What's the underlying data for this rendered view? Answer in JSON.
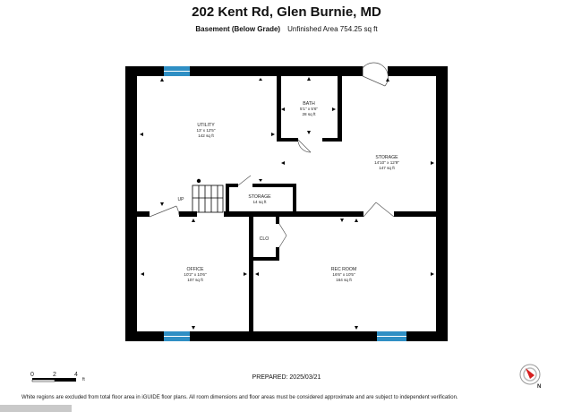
{
  "header": {
    "title": "202 Kent Rd, Glen Burnie, MD",
    "level": "Basement (Below Grade)",
    "area_text": "Unfinished Area 754.25 sq ft"
  },
  "rooms": {
    "utility": {
      "name": "UTILITY",
      "dims": "13' x 12'5\"",
      "area": "142 sq ft"
    },
    "bath": {
      "name": "BATH",
      "dims": "5'1\" x 5'6\"",
      "area": "28 sq ft"
    },
    "storage_large": {
      "name": "STORAGE",
      "dims": "14'10\" x 12'9\"",
      "area": "147 sq ft"
    },
    "storage_small": {
      "name": "STORAGE",
      "area": "14 sq ft"
    },
    "office": {
      "name": "OFFICE",
      "dims": "10'2\" x 10'6\"",
      "area": "107 sq ft"
    },
    "rec_room": {
      "name": "REC ROOM",
      "dims": "16'6\" x 10'5\"",
      "area": "164 sq ft"
    },
    "closet": {
      "name": "CLO"
    }
  },
  "stairs_label": "UP",
  "scale": {
    "labels": [
      "0",
      "2",
      "4"
    ],
    "unit": "ft"
  },
  "prepared": "PREPARED: 2025/03/21",
  "disclaimer": "White regions are excluded from total floor area in iGUIDE floor plans. All room dimensions and floor areas must be considered approximate and are subject to independent verification.",
  "colors": {
    "wall": "#000000",
    "window": "#2f8fc4",
    "background": "#ffffff",
    "compass": "#d62020"
  },
  "compass_label": "N"
}
